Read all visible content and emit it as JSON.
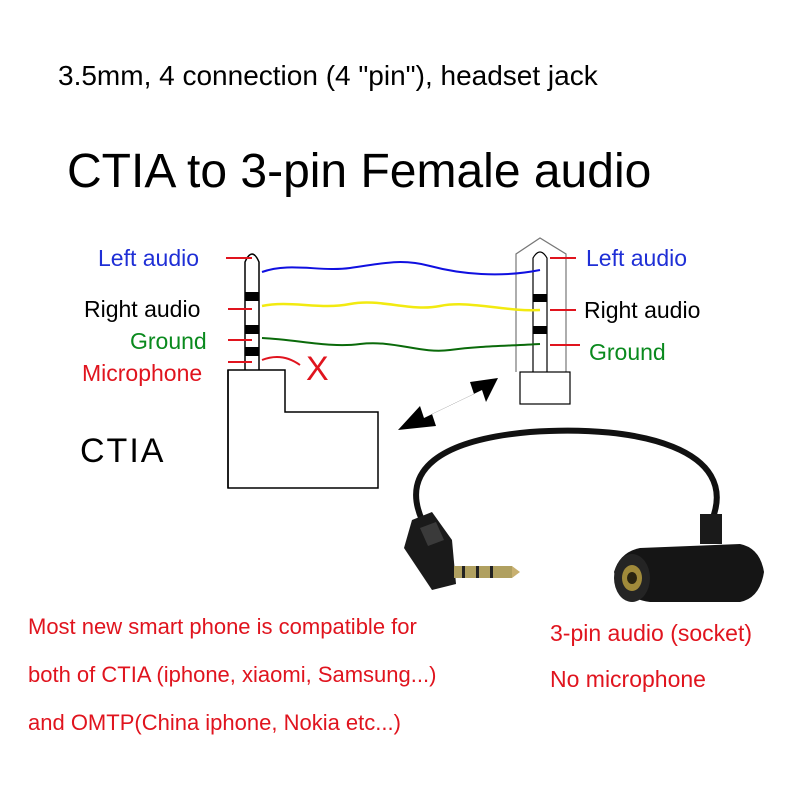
{
  "header": {
    "subtitle": "3.5mm, 4 connection (4 \"pin\"), headset jack",
    "title": "CTIA to 3-pin Female audio"
  },
  "plug": {
    "labels": {
      "left_audio": "Left audio",
      "right_audio": "Right audio",
      "ground": "Ground",
      "microphone": "Microphone"
    },
    "name": "CTIA",
    "no_connect_mark": "X"
  },
  "socket": {
    "labels": {
      "left_audio": "Left audio",
      "right_audio": "Right audio",
      "ground": "Ground"
    }
  },
  "notes": {
    "compat_line1": "Most new smart phone is compatible for",
    "compat_line2": "both of CTIA (iphone, xiaomi, Samsung...)",
    "compat_line3": "and OMTP(China iphone, Nokia etc...)",
    "socket_line1": "3-pin audio (socket)",
    "socket_line2": "No microphone"
  },
  "colors": {
    "left_audio": "#1f2fd6",
    "right_audio": "#000000",
    "ground": "#0a8a1e",
    "microphone": "#e0141e",
    "wire_left": "#1010e0",
    "wire_right": "#f2ea10",
    "wire_ground": "#0a6a0a",
    "notes": "#e0141e"
  }
}
